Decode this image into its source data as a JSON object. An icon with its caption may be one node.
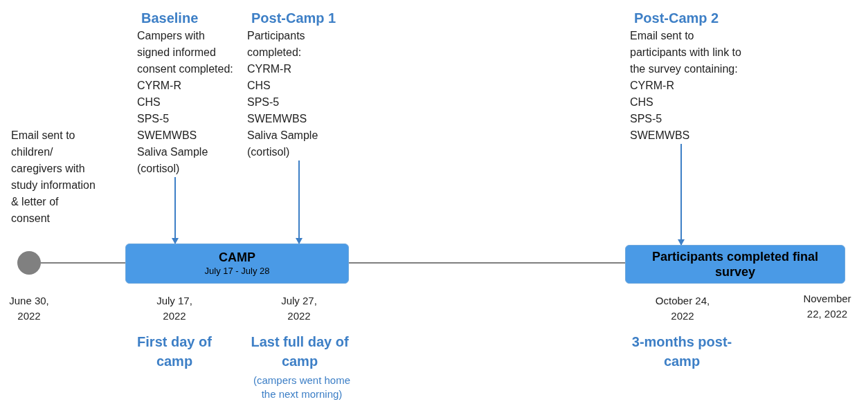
{
  "diagram": {
    "nodes": [
      {
        "text": [],
        "shape": "circle",
        "beside": [
          "June 30, 2022"
        ]
      },
      {
        "text": [
          "CAMP",
          "July 17 - July 28"
        ]
      },
      {
        "text": [
          "Participants completed final survey"
        ]
      },
      {
        "text": [
          "Baseline",
          "Campers with signed informed consent completed:",
          "CYRM-R",
          "CHS",
          "SPS-5",
          "SWEMWBS",
          "Saliva Sample (cortisol)"
        ]
      },
      {
        "text": [
          "Post-Camp 1",
          "Participants completed:",
          "CYRM-R",
          "CHS",
          "SPS-5",
          "SWEMWBS",
          "Saliva Sample (cortisol)"
        ]
      },
      {
        "text": [
          "Post-Camp 2",
          "Email sent to participants with link to the survey containing:",
          "CYRM-R",
          "CHS",
          "SPS-5",
          "SWEMWBS"
        ]
      }
    ],
    "edges": [
      {
        "from": 0,
        "to": 1,
        "arrow": "none",
        "color": "#7f7f7f"
      },
      {
        "from": 1,
        "to": 2,
        "arrow": "none",
        "color": "#7f7f7f"
      },
      {
        "from": 3,
        "to": 1,
        "arrow": "to"
      },
      {
        "from": 4,
        "to": 1,
        "arrow": "to"
      },
      {
        "from": 5,
        "to": 2,
        "arrow": "to"
      }
    ],
    "labels": [
      "Email sent to children/ caregivers with study information & letter of consent",
      "July 17, 2022",
      "July 27, 2022",
      "October 24, 2022",
      "November 22, 2022",
      "First day of camp",
      "Last full day of camp",
      "(campers went home the next morning)",
      "3-months post-camp"
    ]
  }
}
